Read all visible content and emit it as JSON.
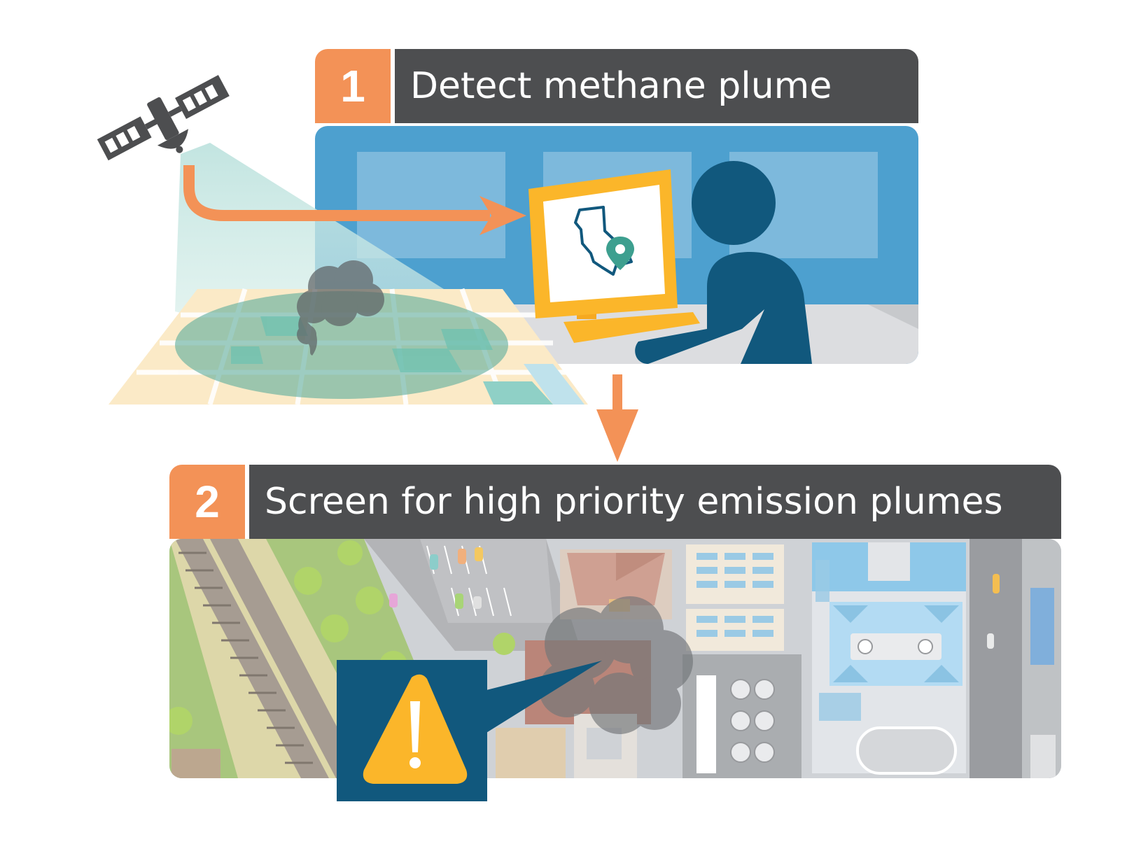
{
  "steps": [
    {
      "number": "1",
      "title": "Detect methane plume"
    },
    {
      "number": "2",
      "title": "Screen for high priority emission plumes"
    }
  ],
  "icons": [
    "satellite-icon",
    "monitor-icon",
    "california-map-icon",
    "location-pin-icon",
    "person-icon",
    "methane-plume-icon",
    "warning-icon"
  ],
  "colors": {
    "accent_orange": "#f39257",
    "header_dark": "#4d4e50",
    "office_blue": "#4da0cf",
    "person_navy": "#11587d",
    "monitor_yellow": "#fbb62a",
    "plume_gray": "#6b6d70",
    "teal": "#3d9f8f"
  }
}
